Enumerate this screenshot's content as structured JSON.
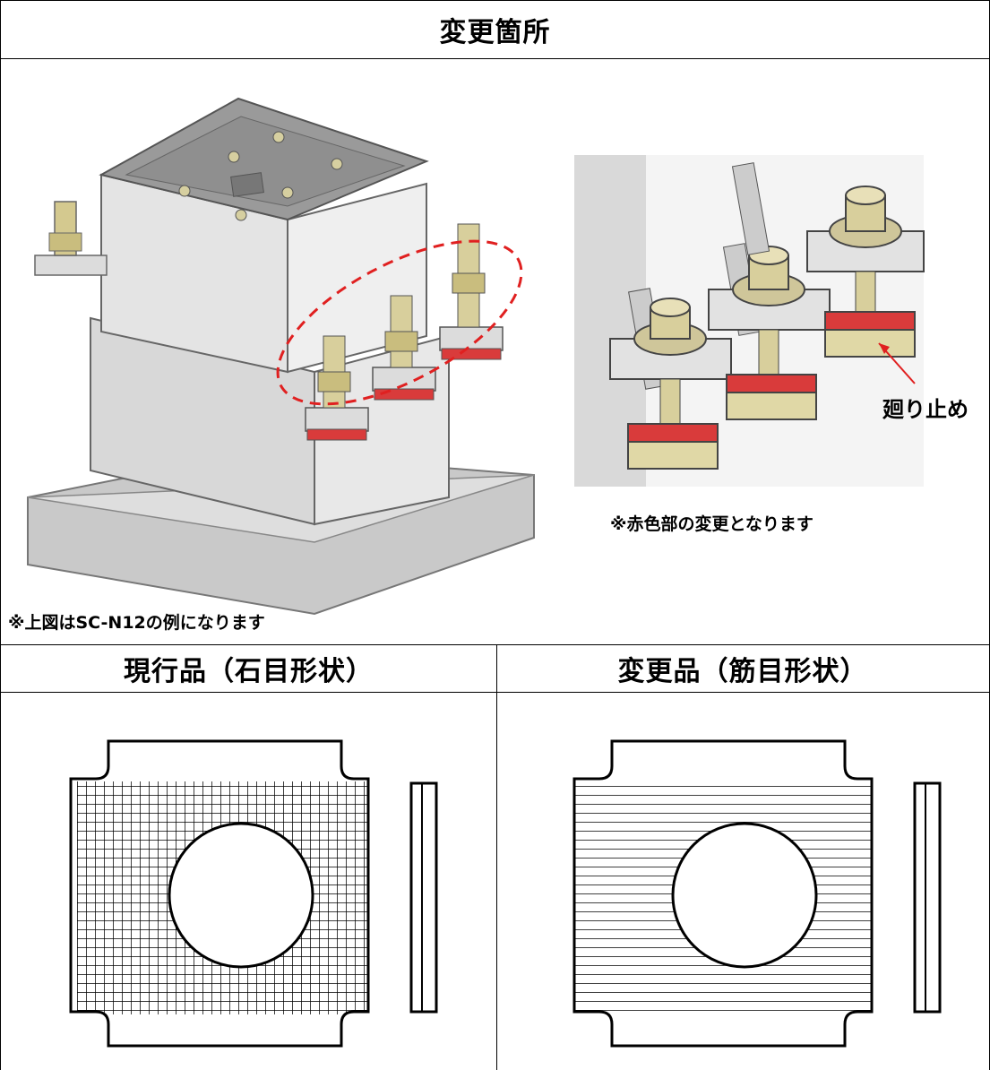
{
  "title": "変更箇所",
  "notes": {
    "red_part": "※赤色部の変更となります",
    "example": "※上図はSC-N12の例になります"
  },
  "callout": "廻り止め",
  "columns": {
    "current": "現行品（石目形状）",
    "changed": "変更品（筋目形状）"
  },
  "colors": {
    "highlight_red": "#d93b3b",
    "dashed_ellipse": "#e02020"
  }
}
